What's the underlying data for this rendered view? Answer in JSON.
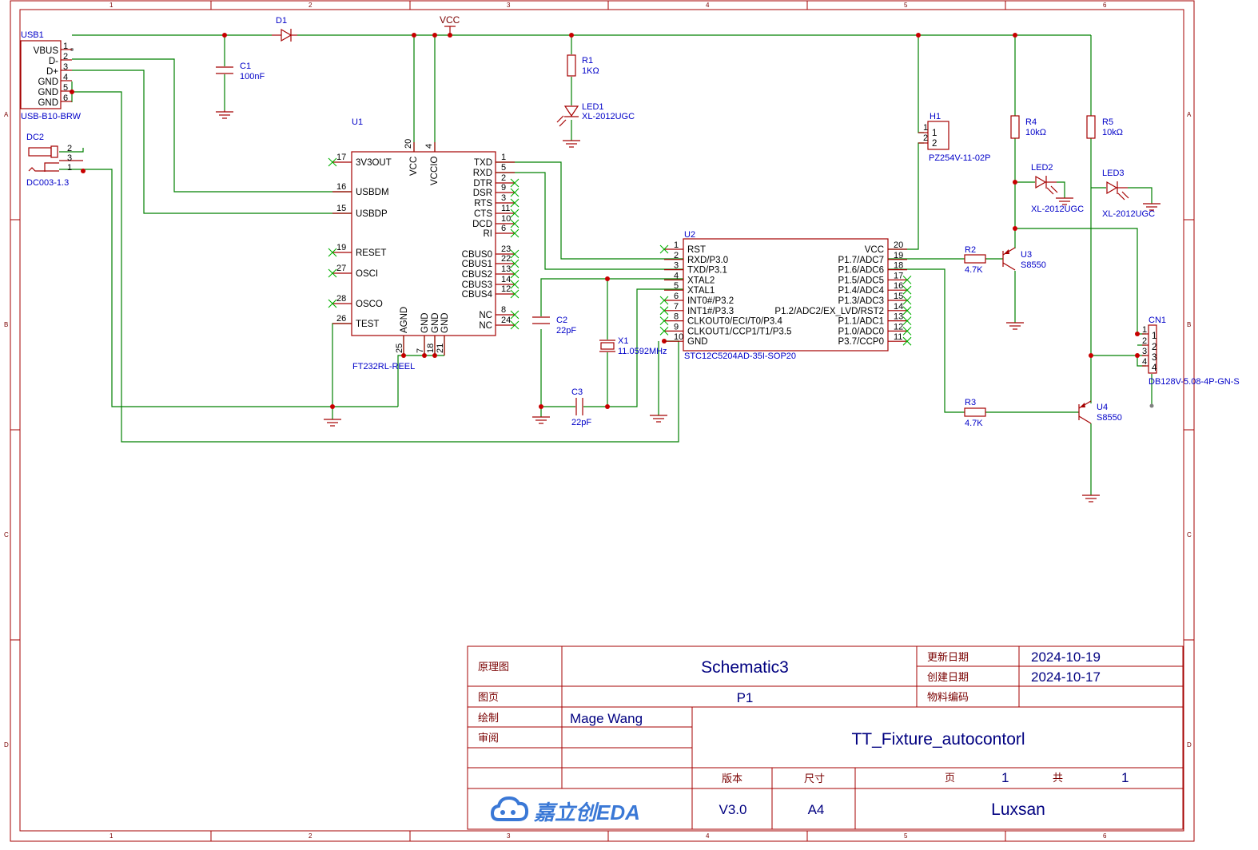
{
  "border": {
    "zones_columns": [
      "1",
      "2",
      "3",
      "4",
      "5",
      "6"
    ],
    "zones_rows": [
      "A",
      "B",
      "C",
      "D"
    ]
  },
  "nets": {
    "vcc": "VCC"
  },
  "components": {
    "usb1": {
      "designator": "USB1",
      "value": "USB-B10-BRW",
      "pins": [
        "VBUS",
        "D-",
        "D+",
        "GND",
        "GND",
        "GND"
      ],
      "pin_numbers": [
        "1",
        "2",
        "3",
        "4",
        "5",
        "6"
      ]
    },
    "dc2": {
      "designator": "DC2",
      "value": "DC003-1.3",
      "pin_numbers": [
        "2",
        "3",
        "1"
      ]
    },
    "c1": {
      "designator": "C1",
      "value": "100nF"
    },
    "d1": {
      "designator": "D1"
    },
    "r1": {
      "designator": "R1",
      "value": "1KΩ"
    },
    "led1": {
      "designator": "LED1",
      "value": "XL-2012UGC"
    },
    "h1": {
      "designator": "H1",
      "value": "PZ254V-11-02P",
      "pin_numbers": [
        "1",
        "2"
      ]
    },
    "r4": {
      "designator": "R4",
      "value": "10kΩ"
    },
    "r5": {
      "designator": "R5",
      "value": "10kΩ"
    },
    "led2": {
      "designator": "LED2",
      "value": "XL-2012UGC"
    },
    "led3": {
      "designator": "LED3",
      "value": "XL-2012UGC"
    },
    "u1": {
      "designator": "U1",
      "value": "FT232RL-REEL",
      "top_pins": [
        {
          "num": "20",
          "name": "VCC"
        },
        {
          "num": "4",
          "name": "VCCIO"
        }
      ],
      "left_pins": [
        {
          "num": "17",
          "name": "3V3OUT"
        },
        {
          "num": "16",
          "name": "USBDM"
        },
        {
          "num": "15",
          "name": "USBDP"
        },
        {
          "num": "19",
          "name": "RESET"
        },
        {
          "num": "27",
          "name": "OSCI"
        },
        {
          "num": "28",
          "name": "OSCO"
        },
        {
          "num": "26",
          "name": "TEST"
        }
      ],
      "right_pins": [
        {
          "num": "1",
          "name": "TXD"
        },
        {
          "num": "5",
          "name": "RXD"
        },
        {
          "num": "2",
          "name": "DTR"
        },
        {
          "num": "9",
          "name": "DSR"
        },
        {
          "num": "3",
          "name": "RTS"
        },
        {
          "num": "11",
          "name": "CTS"
        },
        {
          "num": "10",
          "name": "DCD"
        },
        {
          "num": "6",
          "name": "RI"
        },
        {
          "num": "23",
          "name": "CBUS0"
        },
        {
          "num": "22",
          "name": "CBUS1"
        },
        {
          "num": "13",
          "name": "CBUS2"
        },
        {
          "num": "14",
          "name": "CBUS3"
        },
        {
          "num": "12",
          "name": "CBUS4"
        },
        {
          "num": "8",
          "name": "NC"
        },
        {
          "num": "24",
          "name": "NC"
        }
      ],
      "bottom_pins": [
        {
          "num": "25",
          "name": "AGND"
        },
        {
          "num": "7",
          "name": "GND"
        },
        {
          "num": "18",
          "name": "GND"
        },
        {
          "num": "21",
          "name": "GND"
        }
      ]
    },
    "u2": {
      "designator": "U2",
      "value": "STC12C5204AD-35I-SOP20",
      "left_pins": [
        {
          "num": "1",
          "name": "RST"
        },
        {
          "num": "2",
          "name": "RXD/P3.0"
        },
        {
          "num": "3",
          "name": "TXD/P3.1"
        },
        {
          "num": "4",
          "name": "XTAL2"
        },
        {
          "num": "5",
          "name": "XTAL1"
        },
        {
          "num": "6",
          "name": "INT0#/P3.2"
        },
        {
          "num": "7",
          "name": "INT1#/P3.3"
        },
        {
          "num": "8",
          "name": "CLKOUT0/ECI/T0/P3.4"
        },
        {
          "num": "9",
          "name": "CLKOUT1/CCP1/T1/P3.5"
        },
        {
          "num": "10",
          "name": "GND"
        }
      ],
      "right_pins": [
        {
          "num": "20",
          "name": "VCC"
        },
        {
          "num": "19",
          "name": "P1.7/ADC7"
        },
        {
          "num": "18",
          "name": "P1.6/ADC6"
        },
        {
          "num": "17",
          "name": "P1.5/ADC5"
        },
        {
          "num": "16",
          "name": "P1.4/ADC4"
        },
        {
          "num": "15",
          "name": "P1.3/ADC3"
        },
        {
          "num": "14",
          "name": "P1.2/ADC2/EX_LVD/RST2"
        },
        {
          "num": "13",
          "name": "P1.1/ADC1"
        },
        {
          "num": "12",
          "name": "P1.0/ADC0"
        },
        {
          "num": "11",
          "name": "P3.7/CCP0"
        }
      ]
    },
    "c2": {
      "designator": "C2",
      "value": "22pF"
    },
    "c3": {
      "designator": "C3",
      "value": "22pF"
    },
    "x1": {
      "designator": "X1",
      "value": "11.0592MHz"
    },
    "r2": {
      "designator": "R2",
      "value": "4.7K"
    },
    "r3": {
      "designator": "R3",
      "value": "4.7K"
    },
    "u3": {
      "designator": "U3",
      "value": "S8550"
    },
    "u4": {
      "designator": "U4",
      "value": "S8550"
    },
    "cn1": {
      "designator": "CN1",
      "value": "DB128V-5.08-4P-GN-S",
      "pin_numbers": [
        "1",
        "2",
        "3",
        "4"
      ]
    }
  },
  "title_block": {
    "label_schematic": "原理图",
    "schematic_name": "Schematic3",
    "label_updated": "更新日期",
    "updated": "2024-10-19",
    "label_created": "创建日期",
    "created": "2024-10-17",
    "label_page": "图页",
    "page": "P1",
    "label_bom": "物料编码",
    "bom": "",
    "label_drawn": "绘制",
    "drawn_by": "Mage Wang",
    "label_review": "审阅",
    "project": "TT_Fixture_autocontorl",
    "label_version": "版本",
    "label_size": "尺寸",
    "label_sheet": "页",
    "sheet": "1",
    "label_total": "共",
    "total": "1",
    "version": "V3.0",
    "size": "A4",
    "company": "Luxsan",
    "logo": "嘉立创EDA"
  }
}
